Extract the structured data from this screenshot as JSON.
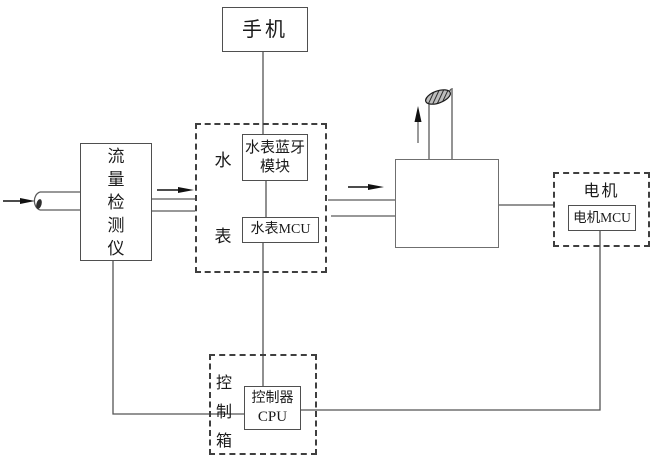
{
  "diagram": {
    "background": "#ffffff",
    "line_color": "#555555",
    "box_border_color": "#4f4f4f",
    "arrow_color": "#111111",
    "nodes": {
      "phone": {
        "label": "手机"
      },
      "flow_detector": {
        "label": "流量检测仪",
        "chars": [
          "流",
          "量",
          "检",
          "测",
          "仪"
        ]
      },
      "water_meter": {
        "label": "水表",
        "chars": [
          "水",
          "表"
        ]
      },
      "bluetooth_module": {
        "line1": "水表蓝牙",
        "line2": "模块"
      },
      "water_meter_mcu": {
        "label": "水表MCU"
      },
      "motor": {
        "label": "电机"
      },
      "motor_mcu": {
        "label": "电机MCU"
      },
      "control_box": {
        "label": "控制箱",
        "chars": [
          "控",
          "制",
          "箱"
        ]
      },
      "controller_cpu": {
        "line1": "控制器",
        "line2": "CPU"
      }
    }
  }
}
